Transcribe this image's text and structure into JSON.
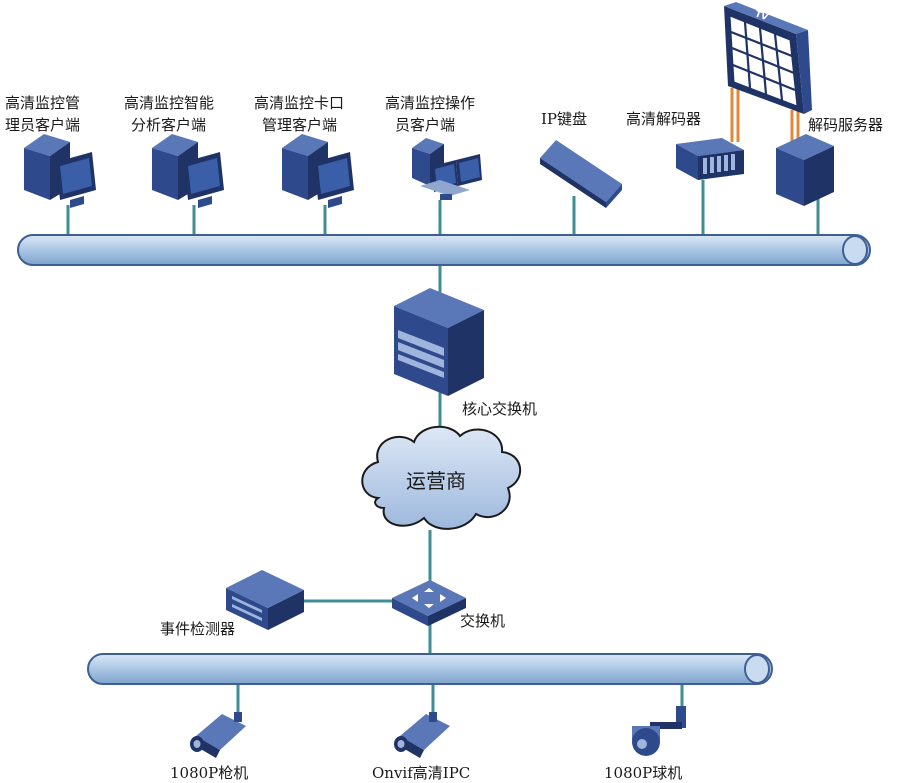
{
  "labels": {
    "admin_client_line1": "高清监控管",
    "admin_client_line2": "理员客户端",
    "analytics_client_line1": "高清监控智能",
    "analytics_client_line2": "分析客户端",
    "checkpoint_client_line1": "高清监控卡口",
    "checkpoint_client_line2": "管理客户端",
    "operator_client_line1": "高清监控操作",
    "operator_client_line2": "员客户端",
    "ip_keyboard": "IP键盘",
    "hd_decoder": "高清解码器",
    "decode_server": "解码服务器",
    "tv_wall": "TV",
    "core_switch": "核心交换机",
    "carrier": "运营商",
    "switch": "交换机",
    "event_detector": "事件检测器",
    "bullet_camera": "1080P枪机",
    "onvif_ipc": "Onvif高清IPC",
    "dome_camera": "1080P球机"
  },
  "colors": {
    "device_blue": "#2e4a8c",
    "device_dark": "#1f3366",
    "device_light": "#5a78b8",
    "bus_fill": "#a9c6e4",
    "bus_stroke": "#3d5f93",
    "link": "#3f8e93",
    "tv_link": "#e0893a",
    "cloud": "#b9cde8"
  }
}
